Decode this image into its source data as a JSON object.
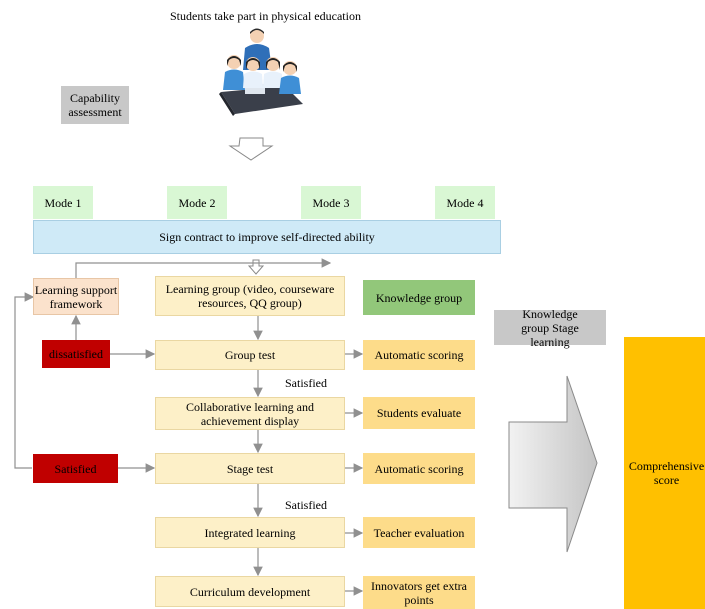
{
  "header": {
    "caption": "Students take part in physical education"
  },
  "capability": "Capability assessment",
  "modes": [
    "Mode 1",
    "Mode 2",
    "Mode 3",
    "Mode 4"
  ],
  "contract": "Sign contract to improve self-directed ability",
  "support": "Learning support framework",
  "learning_group": "Learning group (video, courseware resources, QQ group)",
  "knowledge_group": "Knowledge group",
  "side_label": "Knowledge group Stage learning",
  "dissatisfied": "dissatisfied",
  "satisfied_left": "Satisfied",
  "satisfied_mid_1": "Satisfied",
  "satisfied_mid_2": "Satisfied",
  "steps": [
    "Group test",
    "Collaborative learning and achievement display",
    "Stage test",
    "Integrated learning",
    "Curriculum development"
  ],
  "results": [
    "Automatic scoring",
    "Students evaluate",
    "Automatic scoring",
    "Teacher evaluation",
    "Innovators get extra points"
  ],
  "score": "Comprehensive score",
  "colors": {
    "mode_fill": "#d9f7d4",
    "contract_fill": "#cfeaf7",
    "support_fill": "#fbe2cc",
    "step_fill": "#fdf0c8",
    "result_fill": "#fddc8a",
    "knowledge_fill": "#92c77a",
    "red": "#c00000",
    "gray": "#c8c8c8",
    "score": "#ffc000"
  }
}
